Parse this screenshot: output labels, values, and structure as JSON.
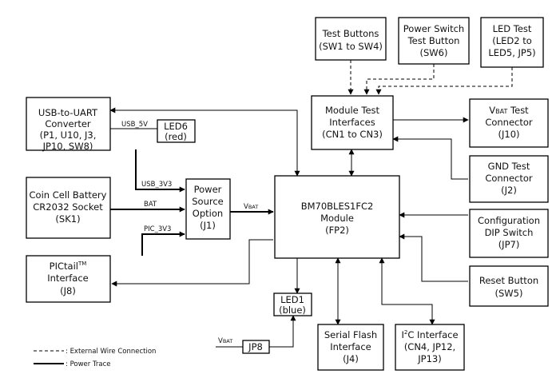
{
  "blocks": {
    "usb_uart": [
      "USB-to-UART",
      "Converter",
      "(P1, U10, J3,",
      "JP10, SW8)"
    ],
    "led6": [
      "LED6",
      "(red)"
    ],
    "coin_cell": [
      "Coin Cell Battery",
      "CR2032 Socket",
      "(SK1)"
    ],
    "pictail": {
      "line1_main": "PICtail",
      "line1_sup": "TM",
      "line2": "Interface",
      "line3": "(J8)"
    },
    "power_source": [
      "Power",
      "Source",
      "Option",
      "(J1)"
    ],
    "module": [
      "BM70BLES1FC2",
      "Module",
      "(FP2)"
    ],
    "test_buttons": [
      "Test Buttons",
      "(SW1 to SW4)"
    ],
    "power_switch": [
      "Power Switch",
      "Test Button",
      "(SW6)"
    ],
    "led_test": [
      "LED Test",
      "(LED2 to",
      "LED5, JP5)"
    ],
    "module_test": [
      "Module Test",
      "Interfaces",
      "(CN1 to CN3)"
    ],
    "vbat_test": {
      "line1_sub": "BAT",
      "line1_main": "V",
      "line1_rest": " Test",
      "line2": "Connector",
      "line3": "(J10)"
    },
    "gnd_test": [
      "GND Test",
      "Connector",
      "(J2)"
    ],
    "config_dip": [
      "Configuration",
      "DIP Switch",
      "(JP7)"
    ],
    "reset_button": [
      "Reset Button",
      "(SW5)"
    ],
    "led1": [
      "LED1",
      "(blue)"
    ],
    "jp8": [
      "JP8"
    ],
    "serial_flash": [
      "Serial Flash",
      "Interface",
      "(J4)"
    ],
    "i2c": {
      "line1_pre": "I",
      "line1_sup": "2",
      "line1_post": "C Interface",
      "line2": "(CN4, JP12,",
      "line3": "JP13)"
    }
  },
  "signals": {
    "usb_5v": "USB_5V",
    "usb_3v3": "USB_3V3",
    "bat": "BAT",
    "pic_3v3": "PIC_3V3",
    "vbat_out": {
      "main": "V",
      "sub": "BAT"
    },
    "vbat_in": {
      "main": "V",
      "sub": "BAT"
    }
  },
  "legend": {
    "external": ": External Wire Connection",
    "power": ": Power Trace"
  }
}
